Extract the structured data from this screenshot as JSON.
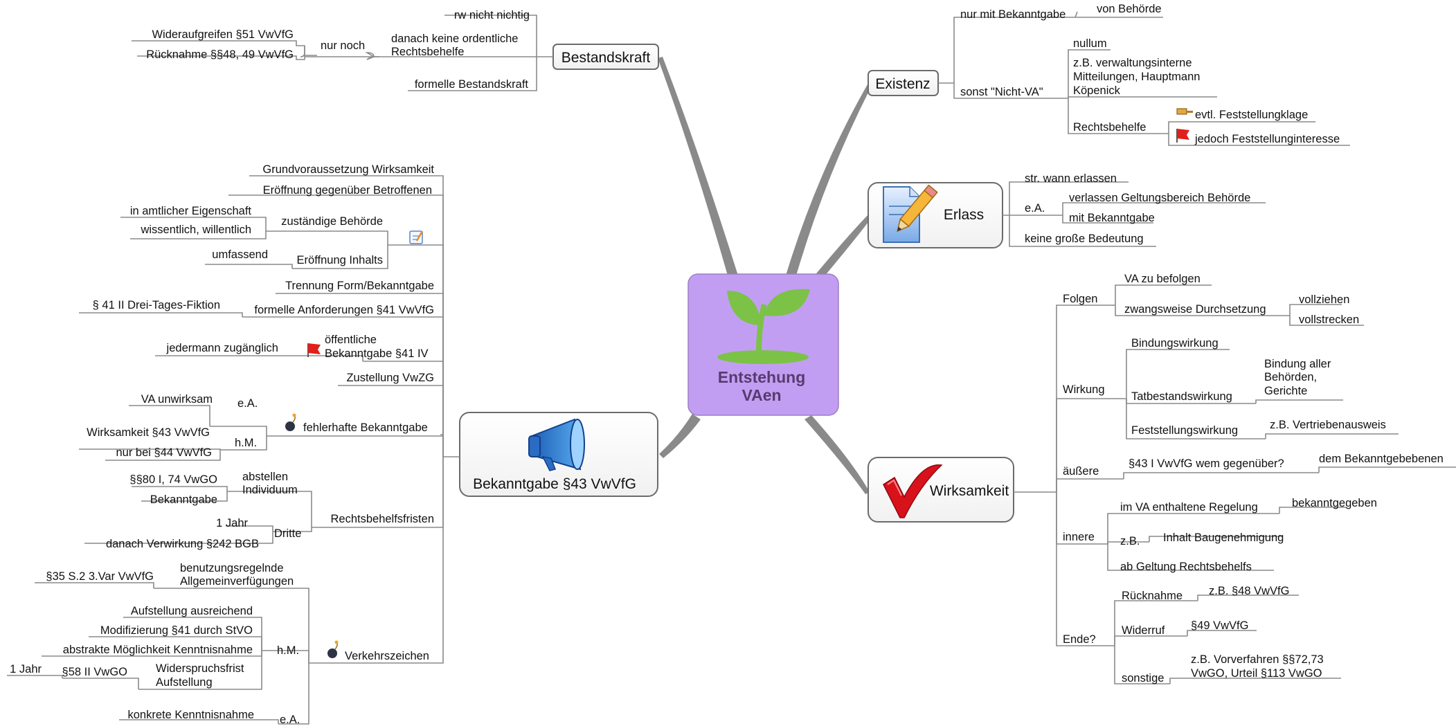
{
  "central": {
    "line1": "Entstehung",
    "line2": "VAen",
    "fill": "#c29ef3",
    "icon": "sprout-icon",
    "icon_color": "#7cc247"
  },
  "branches": {
    "bestandskraft": "Bestandskraft",
    "existenz": "Existenz",
    "erlass": "Erlass",
    "wirksamkeit": "Wirksamkeit",
    "bekanntgabe": "Bekanntgabe §43 VwVfG"
  },
  "icons": {
    "erlass": "document-pencil-icon",
    "wirksamkeit": "checkmark-icon",
    "bekanntgabe": "megaphone-icon",
    "flag": "red-flag-icon",
    "bomb": "bomb-icon",
    "judge": "gavel-icon",
    "note": "notepad-icon"
  },
  "bestandskraft": {
    "rw": "rw nicht nichtig",
    "danach_1": "danach keine ordentliche",
    "danach_2": "Rechtsbehelfe",
    "nur_noch": "nur noch",
    "wiederaufgreifen": "Wideraufgreifen §51 VwVfG",
    "ruecknahme": "Rücknahme §§48, 49 VwVfG",
    "formelle": "formelle Bestandskraft"
  },
  "existenz": {
    "nur_mit": "nur mit Bekanntgabe",
    "von_behoerde": "von Behörde",
    "sonst": "sonst \"Nicht-VA\"",
    "nullum": "nullum",
    "zb_1": "z.B. verwaltungsinterne",
    "zb_2": "Mitteilungen, Hauptmann",
    "zb_3": "Köpenick",
    "rechtsbehelfe": "Rechtsbehelfe",
    "feststellungsklage": "evtl. Feststellungklage",
    "feststellungsinteresse": "jedoch Feststellunginteresse"
  },
  "erlass": {
    "str": "str. wann erlassen",
    "ea": "e.A.",
    "verlassen": "verlassen Geltungsbereich Behörde",
    "mit_bekanntgabe": "mit Bekanntgabe",
    "keine": "keine große Bedeutung"
  },
  "wirksamkeit": {
    "folgen": "Folgen",
    "va_befolgen": "VA zu befolgen",
    "zwangsweise": "zwangsweise Durchsetzung",
    "vollziehen": "vollziehen",
    "vollstrecken": "vollstrecken",
    "wirkung": "Wirkung",
    "bindungswirkung": "Bindungswirkung",
    "tatbestandswirkung": "Tatbestandswirkung",
    "bindung_1": "Bindung aller",
    "bindung_2": "Behörden,",
    "bindung_3": "Gerichte",
    "feststellungswirkung": "Feststellungswirkung",
    "vertriebenenausweis": "z.B. Vertriebenausweis",
    "aeussere": "äußere",
    "p43": "§43 I VwVfG wem gegenüber?",
    "dem_bekanntgegebenen": "dem Bekanntgebebenen",
    "innere": "innere",
    "im_va": "im VA enthaltene Regelung",
    "bekanntgegeben": "bekanntgegeben",
    "zb": "z.B.",
    "inhalt": "Inhalt Baugenehmigung",
    "ab_geltung": "ab Geltung Rechtsbehelfs",
    "ende": "Ende?",
    "ruecknahme": "Rücknahme",
    "zb48": "z.B. §48 VwVfG",
    "widerruf": "Widerruf",
    "p49": "§49 VwVfG",
    "sonstige": "sonstige",
    "vorverfahren_1": "z.B. Vorverfahren §§72,73",
    "vorverfahren_2": "VwGO, Urteil §113 VwGO"
  },
  "bekanntgabe": {
    "grund": "Grundvoraussetzung Wirksamkeit",
    "eroeffnung": "Eröffnung gegenüber Betroffenen",
    "amtlich": "in amtlicher Eigenschaft",
    "zustaendig": "zuständige Behörde",
    "wissentlich": "wissentlich, willentlich",
    "umfassend": "umfassend",
    "inhalt": "Eröffnung Inhalts",
    "trennung": "Trennung Form/Bekanntgabe",
    "drei_tage": "§ 41 II Drei-Tages-Fiktion",
    "formelle": "formelle Anforderungen §41 VwVfG",
    "jedermann": "jedermann zugänglich",
    "oeffentlich_1": "öffentliche",
    "oeffentlich_2": "Bekanntgabe §41 IV",
    "zustellung": "Zustellung VwZG",
    "va_unwirksam": "VA unwirksam",
    "ea": "e.A.",
    "wirksamkeit43": "Wirksamkeit §43 VwVfG",
    "hm": "h.M.",
    "nur44": "nur bei §44 VwVfG",
    "fehlerhaft": "fehlerhafte Bekanntgabe",
    "p80": "§§80 I, 74 VwGO",
    "abstellen_1": "abstellen",
    "abstellen_2": "Individuum",
    "bekanntgabe": "Bekanntgabe",
    "ein_jahr": "1 Jahr",
    "dritte": "Dritte",
    "verwirkung": "danach Verwirkung §242 BGB",
    "fristen": "Rechtsbehelfsfristen",
    "p35": "§35 S.2 3.Var VwVfG",
    "benutzung_1": "benutzungsregelnde",
    "benutzung_2": "Allgemeinverfügungen",
    "aufstellung": "Aufstellung ausreichend",
    "modifizierung": "Modifizierung §41 durch StVO",
    "abstrakte": "abstrakte Möglichkeit Kenntnisnahme",
    "hm2": "h.M.",
    "ein_jahr2": "1 Jahr",
    "p58": "§58 II VwGO",
    "widerspruch_1": "Widerspruchsfrist",
    "widerspruch_2": "Aufstellung",
    "konkrete": "konkrete Kenntnisnahme",
    "ea2": "e.A.",
    "verkehrszeichen": "Verkehrszeichen"
  }
}
